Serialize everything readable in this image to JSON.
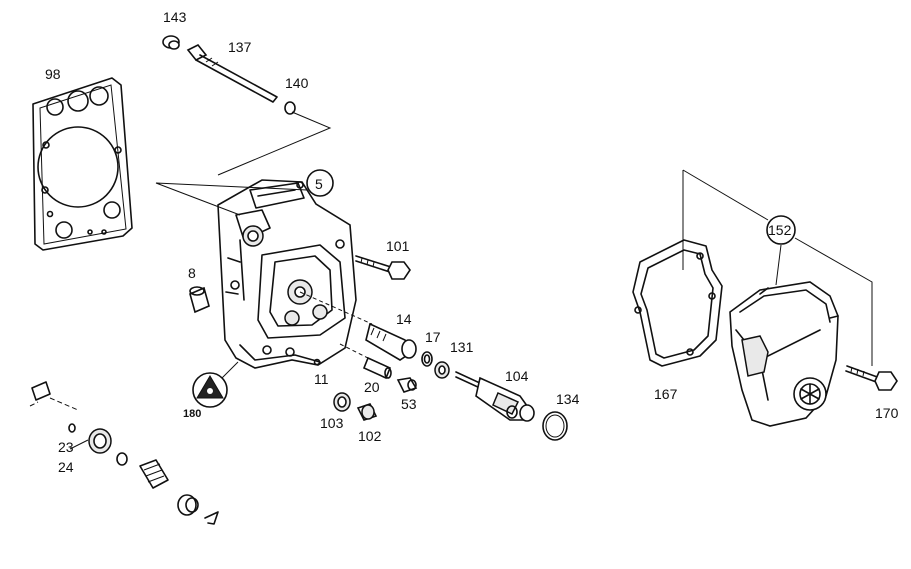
{
  "callouts": {
    "c98": "98",
    "c143": "143",
    "c137": "137",
    "c140": "140",
    "c5": "5",
    "c8": "8",
    "c101": "101",
    "c14": "14",
    "c17": "17",
    "c131": "131",
    "c11": "11",
    "c20": "20",
    "c53": "53",
    "c104": "104",
    "c134": "134",
    "c103": "103",
    "c102": "102",
    "c180": "180",
    "c23": "23",
    "c24": "24",
    "c152": "152",
    "c167": "167",
    "c170": "170"
  }
}
